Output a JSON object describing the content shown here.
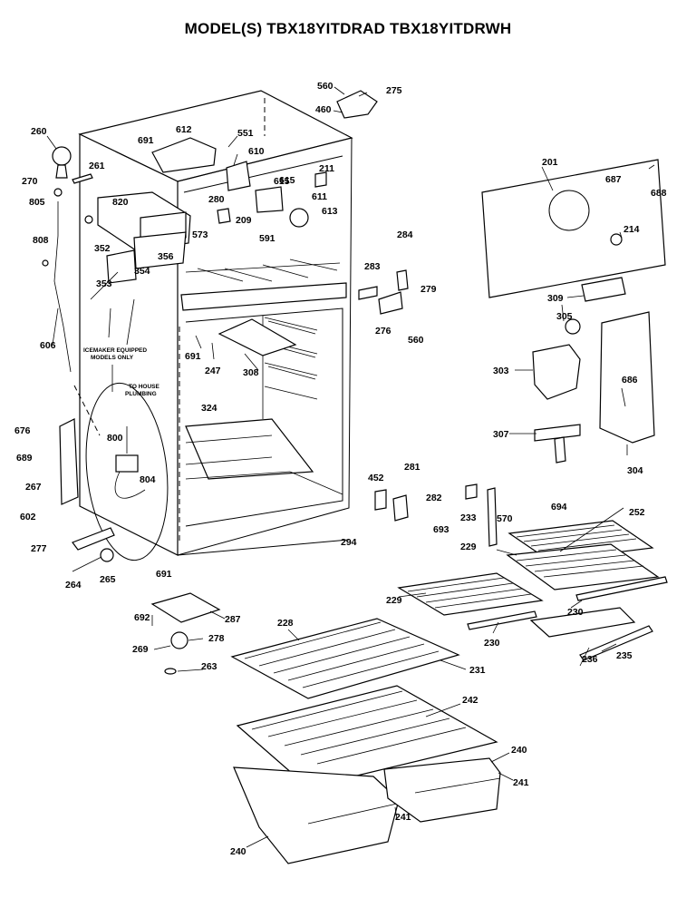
{
  "title": "MODEL(S) TBX18YITDRAD  TBX18YITDRWH",
  "notes": {
    "icemaker": [
      "ICEMAKER EQUIPPED",
      "MODELS ONLY"
    ],
    "plumbing": [
      "TO HOUSE",
      "PLUMBING"
    ]
  },
  "labels": [
    "560",
    "275",
    "460",
    "260",
    "612",
    "551",
    "691",
    "610",
    "261",
    "615",
    "211",
    "270",
    "805",
    "820",
    "280",
    "615",
    "611",
    "201",
    "687",
    "688",
    "209",
    "613",
    "573",
    "591",
    "284",
    "808",
    "352",
    "356",
    "353",
    "354",
    "283",
    "279",
    "214",
    "309",
    "305",
    "606",
    "276",
    "560",
    "691",
    "247",
    "308",
    "303",
    "686",
    "324",
    "307",
    "304",
    "676",
    "800",
    "689",
    "267",
    "804",
    "452",
    "281",
    "282",
    "693",
    "233",
    "570",
    "694",
    "602",
    "252",
    "294",
    "277",
    "229",
    "691",
    "265",
    "264",
    "229",
    "230",
    "692",
    "287",
    "230",
    "278",
    "236",
    "235",
    "228",
    "269",
    "231",
    "263",
    "242",
    "240",
    "241",
    "241",
    "240"
  ]
}
